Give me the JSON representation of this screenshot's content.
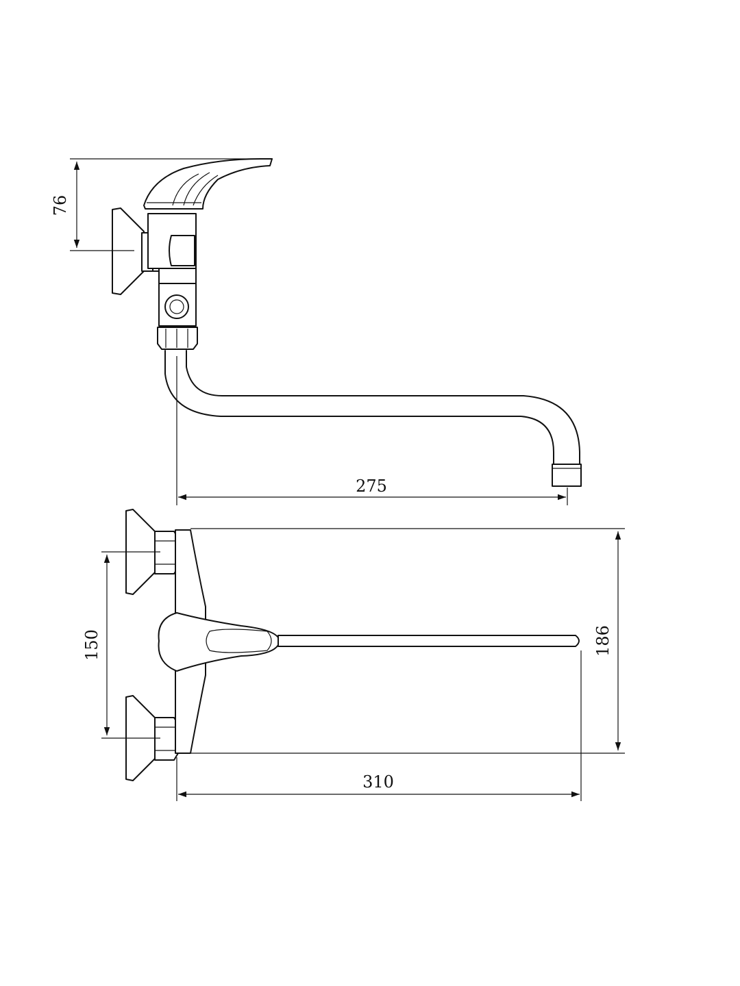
{
  "dimensions": {
    "handle_height": "76",
    "spout_reach_side": "275",
    "inlet_spacing": "150",
    "total_height_front": "186",
    "spout_reach_front": "310"
  }
}
